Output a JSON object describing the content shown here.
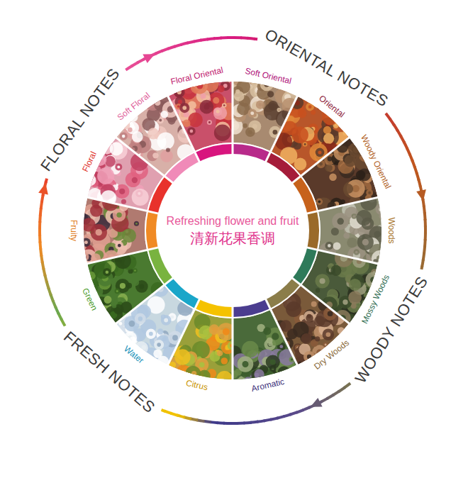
{
  "diagram": {
    "nodes": [
      {
        "text": [
          "Refreshing flower and fruit",
          "清新花果香调"
        ]
      },
      {
        "text": [
          "Floral Oriental"
        ]
      },
      {
        "text": [
          "Soft Oriental"
        ]
      },
      {
        "text": [
          "Oriental"
        ]
      },
      {
        "text": [
          "Woody Oriental"
        ]
      },
      {
        "text": [
          "Woods"
        ]
      },
      {
        "text": [
          "Mossy Woods"
        ]
      },
      {
        "text": [
          "Dry Woods"
        ]
      },
      {
        "text": [
          "Aromatic"
        ]
      },
      {
        "text": [
          "Citrus"
        ]
      },
      {
        "text": [
          "Water"
        ]
      },
      {
        "text": [
          "Green"
        ]
      },
      {
        "text": [
          "Fruity"
        ]
      },
      {
        "text": [
          "Floral"
        ]
      },
      {
        "text": [
          "Soft Floral"
        ]
      }
    ],
    "labels": [
      "FLORAL NOTES",
      "ORIENTAL NOTES",
      "WOODY NOTES",
      "FRESH NOTES"
    ]
  }
}
